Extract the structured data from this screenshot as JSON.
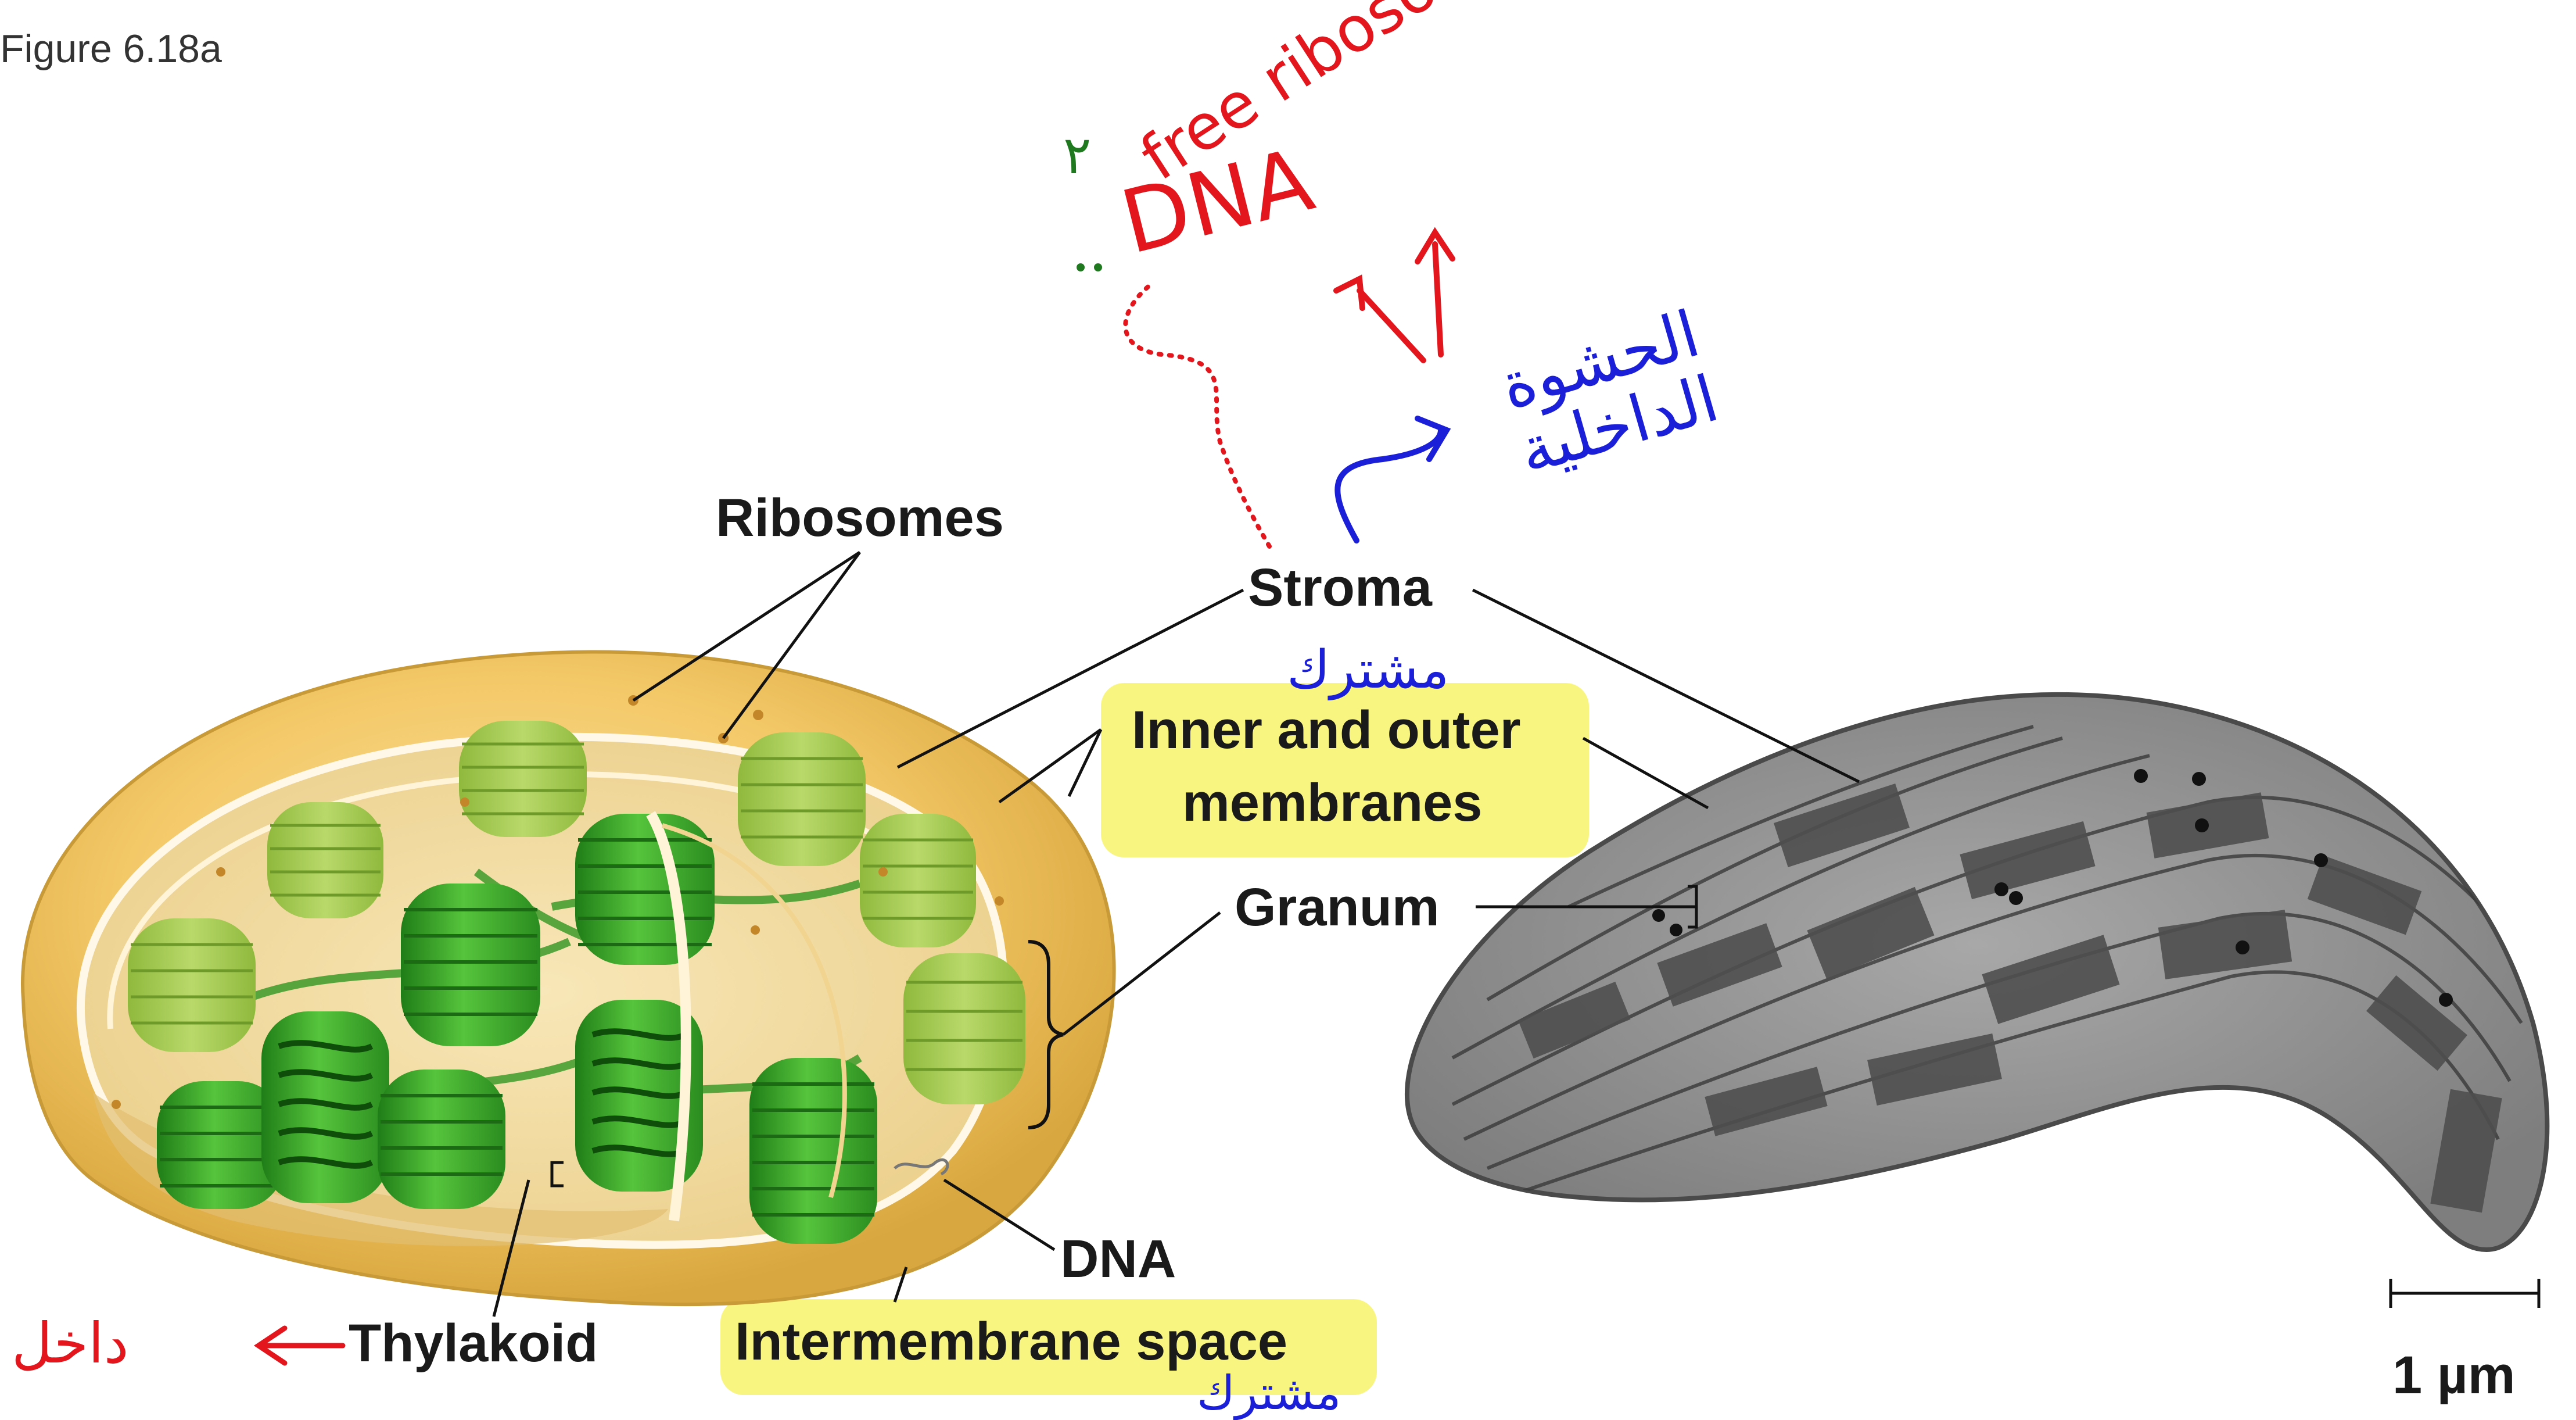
{
  "figure_label": "Figure 6.18a",
  "labels": {
    "ribosomes": "Ribosomes",
    "stroma": "Stroma",
    "inner_outer_line1": "Inner and outer",
    "inner_outer_line2": "membranes",
    "granum": "Granum",
    "dna": "DNA",
    "thylakoid": "Thylakoid",
    "intermembrane_space": "Intermembrane space",
    "scale_bar": "1 µm"
  },
  "handwritten": {
    "dna": "DNA",
    "free_ribosomes": "free ribosomes",
    "digit": "٢",
    "arabic_stroma": "الحشوة الداخلية",
    "arabic_shared": "مشترك",
    "arabic_thylakoid": "داخل",
    "arabic_bottom": "مشترك"
  },
  "colors": {
    "handwriting_red": "#e4161d",
    "handwriting_blue": "#1b1fd8",
    "handwriting_green": "#1f7a1f",
    "highlight": "#f7f36a",
    "chloroplast_outer": "#f3c867",
    "stroma_fill": "#f6dfa0",
    "grana": "#3fae2c"
  }
}
